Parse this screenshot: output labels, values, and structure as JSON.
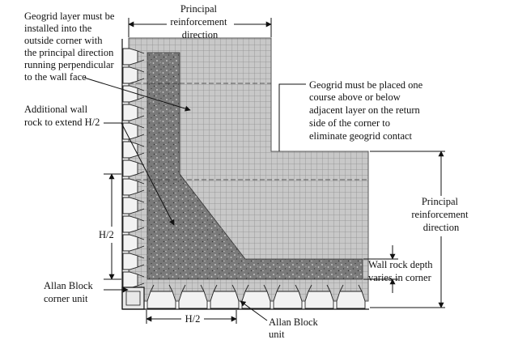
{
  "labels": {
    "geogrid_outside_corner": [
      "Geogrid layer must be",
      "installed into the",
      "outside corner with",
      "the principal direction",
      "running perpendicular",
      "to the wall face"
    ],
    "principal_top": [
      "Principal",
      "reinforcement",
      "direction"
    ],
    "geogrid_course": [
      "Geogrid must be placed one",
      "course above or below",
      "adjacent layer on the return",
      "side of the corner to",
      "eliminate geogrid contact"
    ],
    "additional_rock": [
      "Additional wall",
      "rock to extend H/2"
    ],
    "principal_right": [
      "Principal",
      "reinforcement",
      "direction"
    ],
    "h_half_vertical": "H/2",
    "wall_rock_depth": [
      "Wall rock depth",
      "varies in corner"
    ],
    "corner_unit": [
      "Allan Block",
      "corner unit"
    ],
    "h_half_horizontal": "H/2",
    "block_unit": [
      "Allan Block",
      "unit"
    ]
  },
  "colors": {
    "grid_fill": "#c8c8c8",
    "grid_line": "#8f8f8f",
    "rock_fill": "#7a7a7a",
    "block_fill": "#f2f2f2",
    "line": "#111111"
  }
}
